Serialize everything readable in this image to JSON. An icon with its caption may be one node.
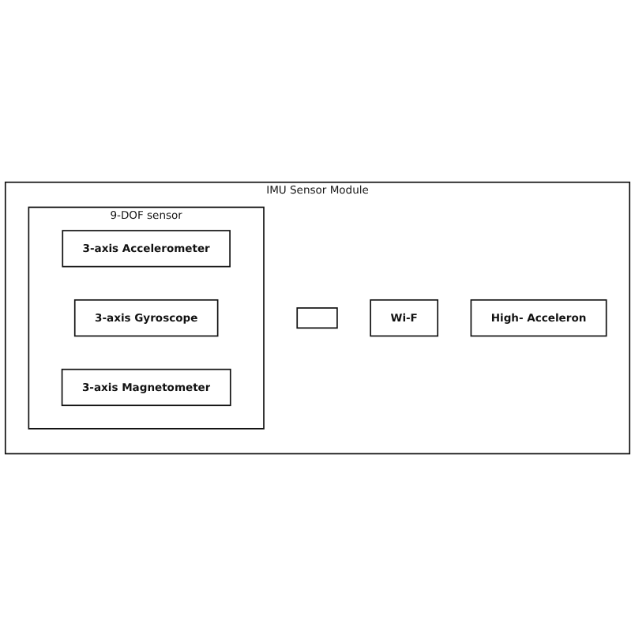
{
  "diagram": {
    "nodes": [
      {
        "text": [
          "IMU Sensor Module"
        ]
      },
      {
        "text": [
          "9-DOF sensor"
        ],
        "in": 0
      },
      {
        "text": [
          "3-axis Accelerometer"
        ],
        "in": 1
      },
      {
        "text": [
          "3-axis Gyroscope"
        ],
        "in": 1
      },
      {
        "text": [
          "3-axis Magnetometer"
        ],
        "in": 1
      },
      {
        "text": [],
        "shape": "box",
        "in": 0
      },
      {
        "text": [
          "Wi-F"
        ],
        "in": 0
      },
      {
        "text": [
          "High- Acceleron"
        ],
        "in": 0
      }
    ]
  }
}
